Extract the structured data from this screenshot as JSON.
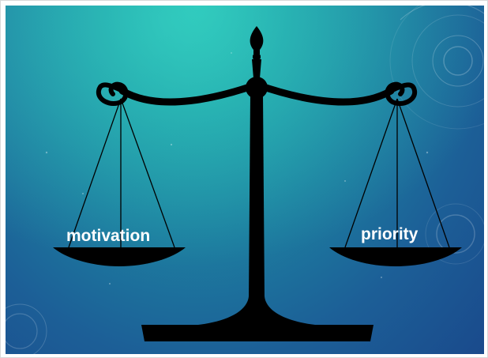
{
  "slide": {
    "left_pan_label": "motivation",
    "right_pan_label": "priority"
  },
  "colors": {
    "background_top": "#29c1b6",
    "background_bottom": "#1a4a8c",
    "scale": "#000000",
    "label": "#ffffff"
  },
  "icons": {
    "scale": "balance-scale-icon",
    "decoration": "concentric-circles-decoration"
  }
}
